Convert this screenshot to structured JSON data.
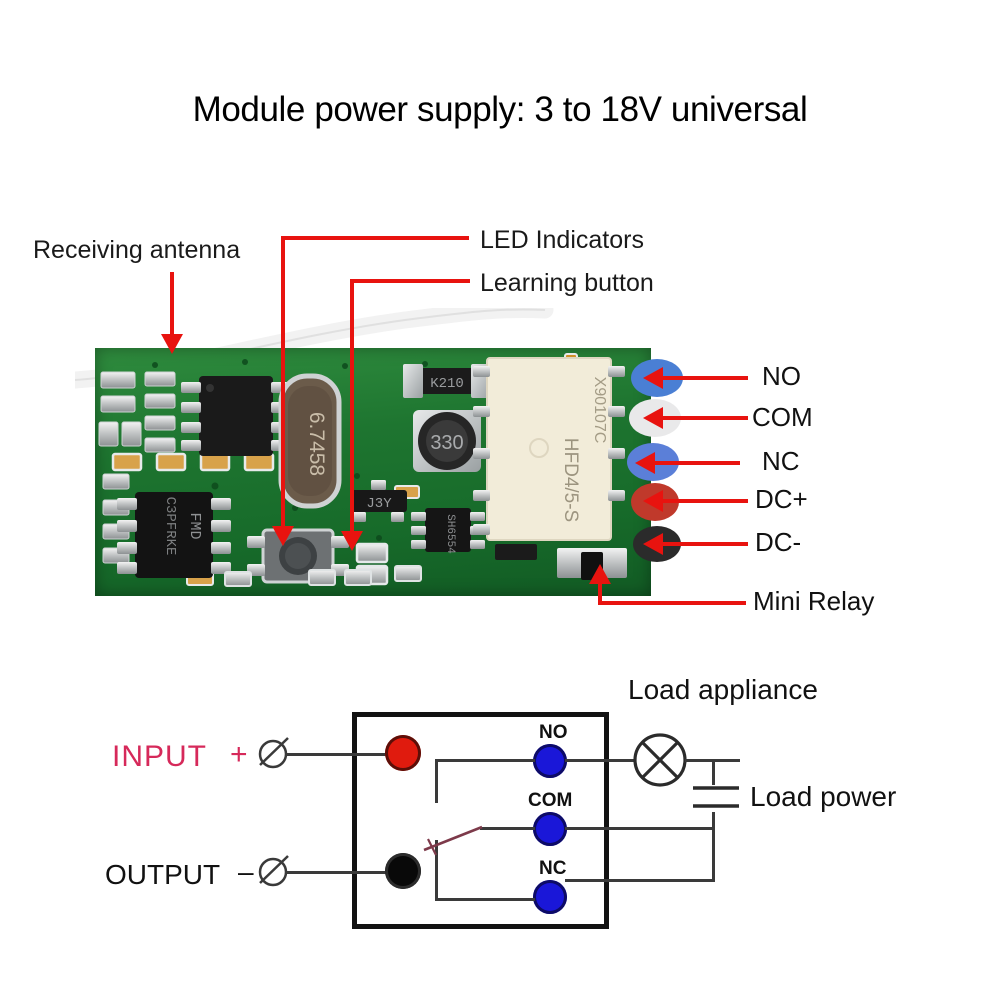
{
  "title": "Module power supply: 3 to 18V universal",
  "callouts": {
    "antenna": "Receiving antenna",
    "led": "LED Indicators",
    "learning": "Learning button",
    "mini_relay": "Mini Relay"
  },
  "terminals": [
    {
      "label": "NO",
      "wire_color": "#4a7fd4"
    },
    {
      "label": "COM",
      "wire_color": "#e9e9ea"
    },
    {
      "label": "NC",
      "wire_color": "#5b7fd8"
    },
    {
      "label": "DC+",
      "wire_color": "#c0392b"
    },
    {
      "label": "DC-",
      "wire_color": "#2b2b2b"
    }
  ],
  "pcb": {
    "crystal_marking": "6.7458",
    "ic_marking": "FMD",
    "ic_marking_2": "C3PFRKE",
    "relay_marking": "HFD4/5-S",
    "relay_marking_2": "X90107C",
    "inductor_marking": "330",
    "transistor_marking": "J3Y",
    "diode_marking": "K210",
    "regulator_marking": "SH6554",
    "board_color": "#1f7a34"
  },
  "schematic": {
    "input_label": "INPUT",
    "input_sign": "+",
    "output_label": "OUTPUT",
    "output_sign": "–",
    "relay_pins": [
      "NO",
      "COM",
      "NC"
    ],
    "load_appliance": "Load appliance",
    "load_power": "Load power",
    "pin_color": "#1a17d8",
    "input_dot_color": "#e01b0e",
    "output_dot_color": "#090909",
    "input_text_color": "#d6295a"
  },
  "colors": {
    "leader_red": "#e8130f",
    "text_black": "#1a1a1a"
  }
}
